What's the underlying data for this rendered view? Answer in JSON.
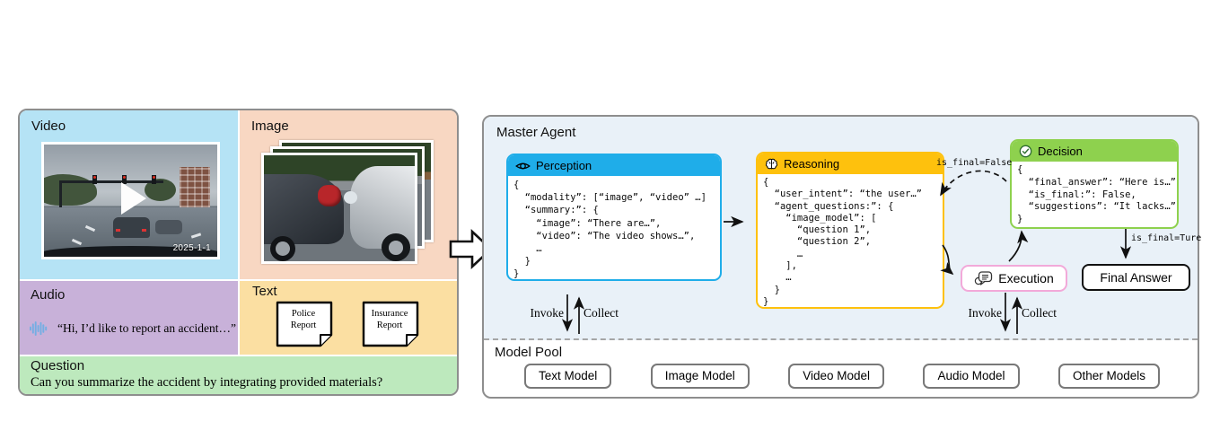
{
  "input_panel": {
    "video": {
      "label": "Video",
      "timestamp": "2025-1-1",
      "play_icon": "play-icon"
    },
    "image": {
      "label": "Image"
    },
    "audio": {
      "label": "Audio",
      "waveform_icon": "waveform-icon",
      "quote": "“Hi, I’d like to report an accident…”"
    },
    "text": {
      "label": "Text",
      "documents": [
        {
          "line1": "Police",
          "line2": "Report"
        },
        {
          "line1": "Insurance",
          "line2": "Report"
        }
      ]
    },
    "question": {
      "label": "Question",
      "text": "Can you summarize the accident by integrating provided materials?"
    },
    "colors": {
      "video_bg": "#b5e3f5",
      "image_bg": "#f8d7c2",
      "audio_bg": "#c8b1d9",
      "text_bg": "#fbdfa2",
      "question_bg": "#bde9bd"
    }
  },
  "master_agent": {
    "title": "Master Agent",
    "perception": {
      "label": "Perception",
      "icon": "eye-icon",
      "header_color": "#1fade9",
      "body": "{\n  “modality”: [“image”, “video” …]\n  “summary:”: {\n    “image”: “There are…”,\n    “video”: “The video shows…”,\n    …\n  }\n}"
    },
    "reasoning": {
      "label": "Reasoning",
      "icon": "brain-icon",
      "header_color": "#fec10d",
      "body": "{\n  “user_intent”: “the user…”\n  “agent_questions:”: {\n    “image_model”: [\n      “question 1”,\n      “question 2”,\n      …\n    ],\n    …\n  }\n}"
    },
    "decision": {
      "label": "Decision",
      "icon": "check-circle-icon",
      "header_color": "#8ed14e",
      "body": "{\n  “final_answer”: “Here is…”\n  “is_final:”: False,\n  “suggestions”: “It lacks…”\n}"
    },
    "execution": {
      "label": "Execution",
      "icon": "chat-bubble-icon",
      "border_color": "#f2a9d9"
    },
    "final_answer": {
      "label": "Final Answer"
    },
    "edge_labels": {
      "is_final_false": "is_final=False",
      "is_final_true": "is_final=Ture",
      "invoke": "Invoke",
      "collect": "Collect"
    }
  },
  "model_pool": {
    "title": "Model Pool",
    "models": [
      "Text Model",
      "Image Model",
      "Video Model",
      "Audio Model",
      "Other Models"
    ]
  }
}
